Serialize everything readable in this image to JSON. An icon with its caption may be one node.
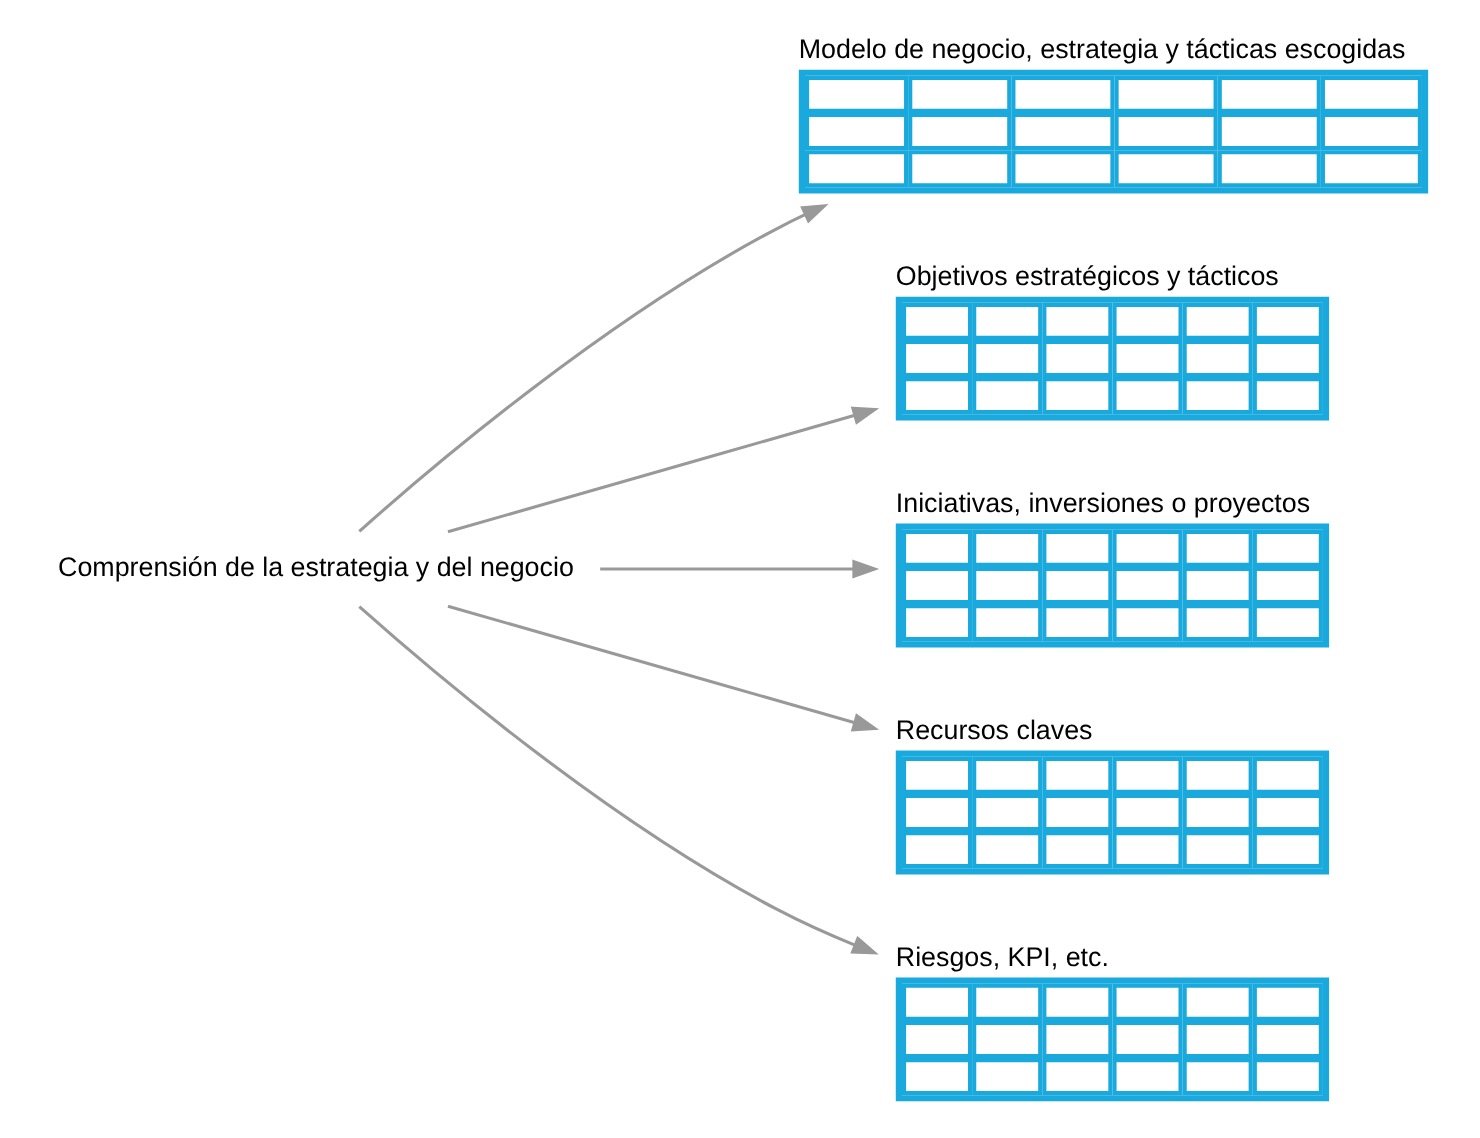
{
  "diagram": {
    "nodes": [
      {
        "text": [
          "Modelo de negocio, estrategia y tácticas escogidas"
        ]
      },
      {
        "text": [
          "Objetivos estratégicos y tácticos"
        ]
      },
      {
        "text": [
          "Iniciativas, inversiones o proyectos"
        ]
      },
      {
        "text": [
          "Recursos claves"
        ]
      },
      {
        "text": [
          "Riesgos, KPI, etc."
        ]
      },
      {
        "text": [
          "Comprensión de la estrategia y del negocio"
        ]
      }
    ],
    "edges": [
      {
        "from": 5,
        "to": 0,
        "arrow": "to"
      },
      {
        "from": 5,
        "to": 1,
        "arrow": "to"
      },
      {
        "from": 5,
        "to": 2,
        "arrow": "to"
      },
      {
        "from": 5,
        "to": 3,
        "arrow": "to"
      },
      {
        "from": 5,
        "to": 4,
        "arrow": "to"
      }
    ]
  }
}
